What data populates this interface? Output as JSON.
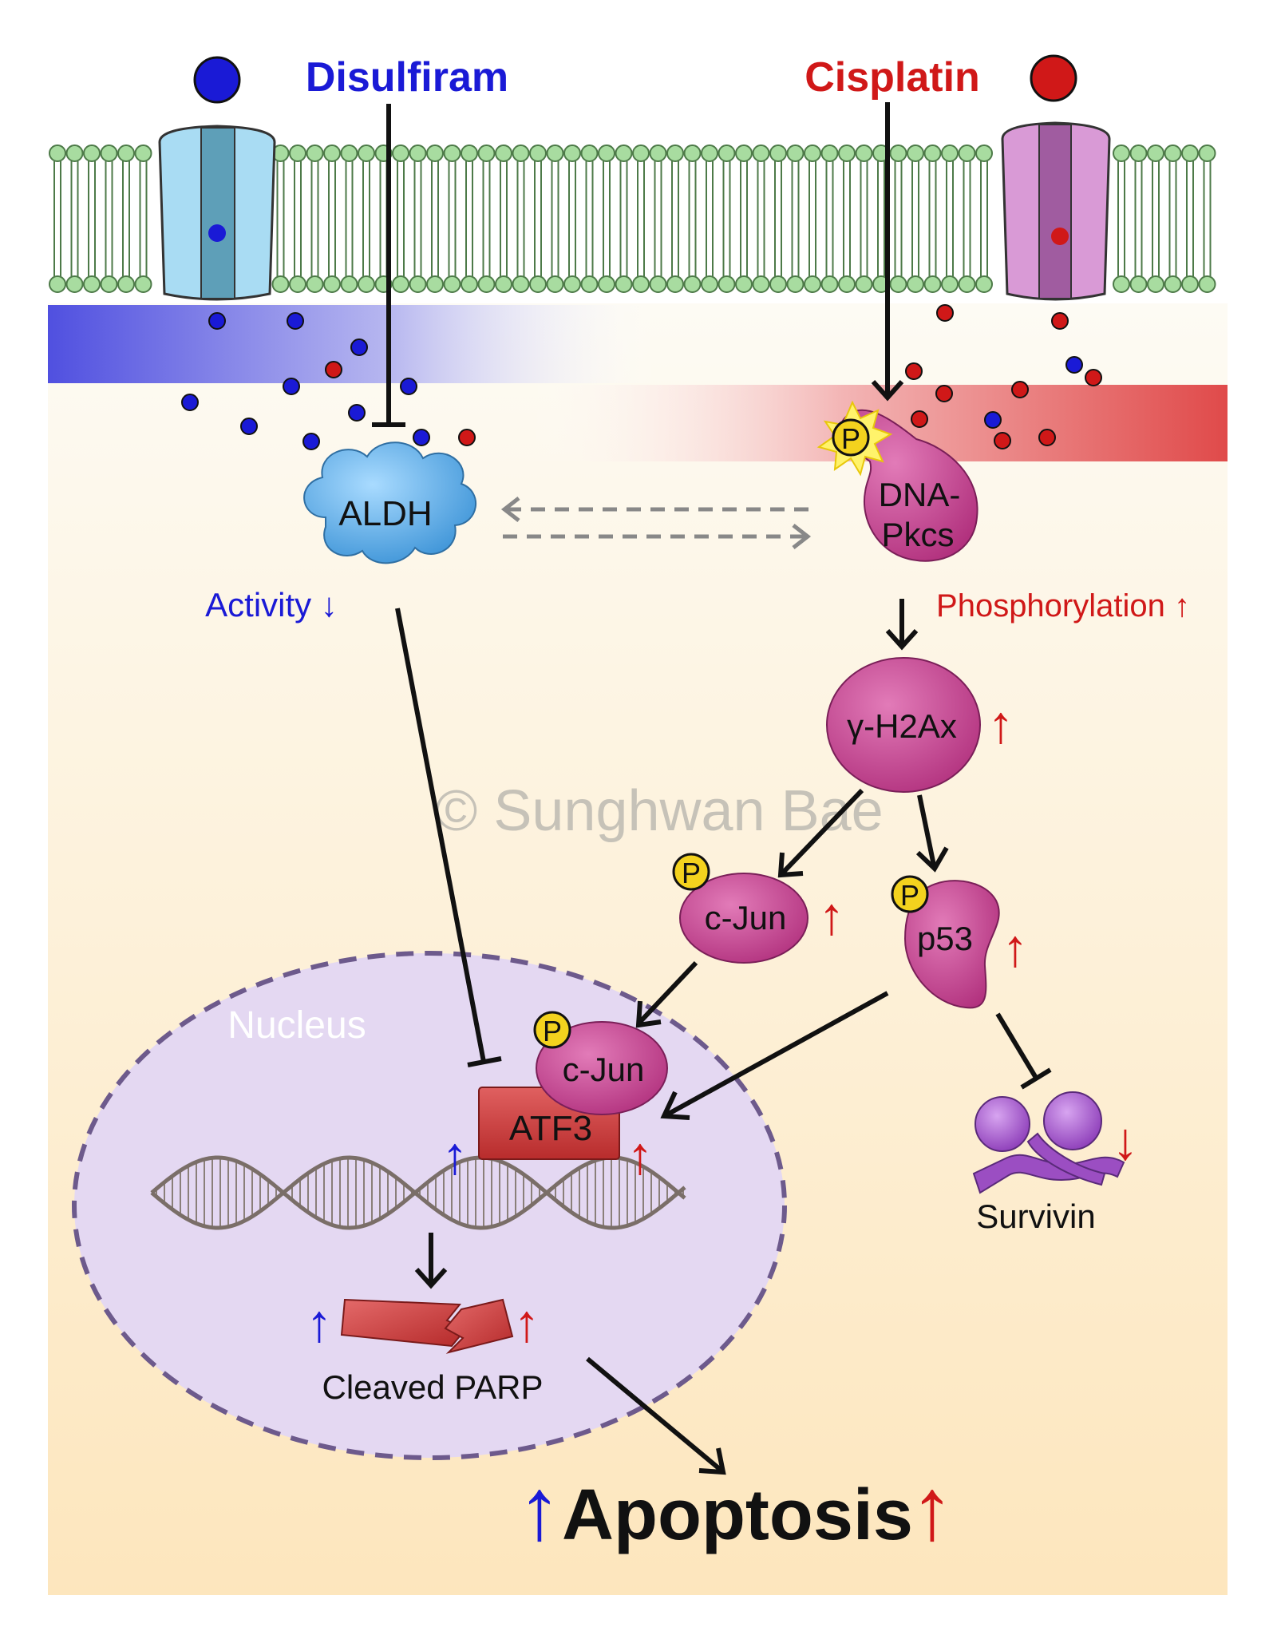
{
  "drugs": {
    "left": {
      "label": "Disulfiram",
      "color": "#1a1ad6"
    },
    "right": {
      "label": "Cisplatin",
      "color": "#d01818"
    }
  },
  "nodes": {
    "aldh": "ALDH",
    "dnapk_line1": "DNA-",
    "dnapk_line2": "Pkcs",
    "h2ax": "γ-H2Ax",
    "cjun_cyto": "c-Jun",
    "p53": "p53",
    "cjun_nuc": "c-Jun",
    "atf3": "ATF3",
    "survivin": "Survivin",
    "parp": "Cleaved PARP",
    "nucleus": "Nucleus",
    "phospho_mark": "P"
  },
  "annotations": {
    "activity": "Activity ↓",
    "phosphorylation": "Phosphorylation ↑",
    "up_arrow": "↑",
    "down_arrow": "↓"
  },
  "outcome": {
    "label": "Apoptosis"
  },
  "watermark": "© Sunghwan Bae",
  "colors": {
    "membrane_head": "#a8dca0",
    "membrane_tail": "#4d7a48",
    "aldh_fill": "#6fb8ec",
    "protein_fill": "#c2408f",
    "atf3_fill": "#c73a3a",
    "phospho_fill": "#f3d21e",
    "survivin_fill": "#9b4ec2",
    "nucleus_fill": "#e4d8f0",
    "nucleus_border": "#6d5a8c",
    "cytoplasm_top": "#fdfaf1",
    "cytoplasm_bottom": "#fde8c0"
  }
}
